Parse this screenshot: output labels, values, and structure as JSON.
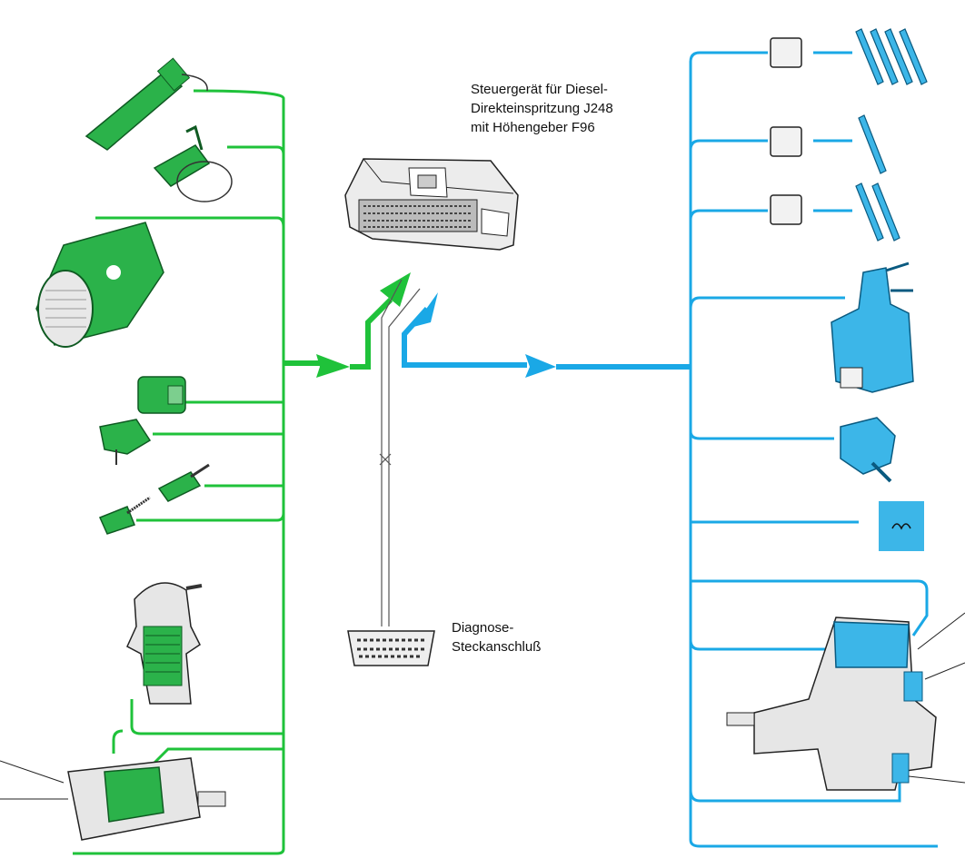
{
  "ecu_label": {
    "line1": "Steuergerät für Diesel-",
    "line2": "Direkteinspritzung J248",
    "line3": "mit Höhengeber F96"
  },
  "diagnosis_label": {
    "line1": "Diagnose-",
    "line2": "Steckanschluß"
  },
  "colors": {
    "input_wiring": "#1fc23a",
    "output_wiring": "#1aa8e6",
    "input_components": "#2bb24a",
    "output_components": "#3cb6e8",
    "ecu": "#e8e8e8"
  }
}
